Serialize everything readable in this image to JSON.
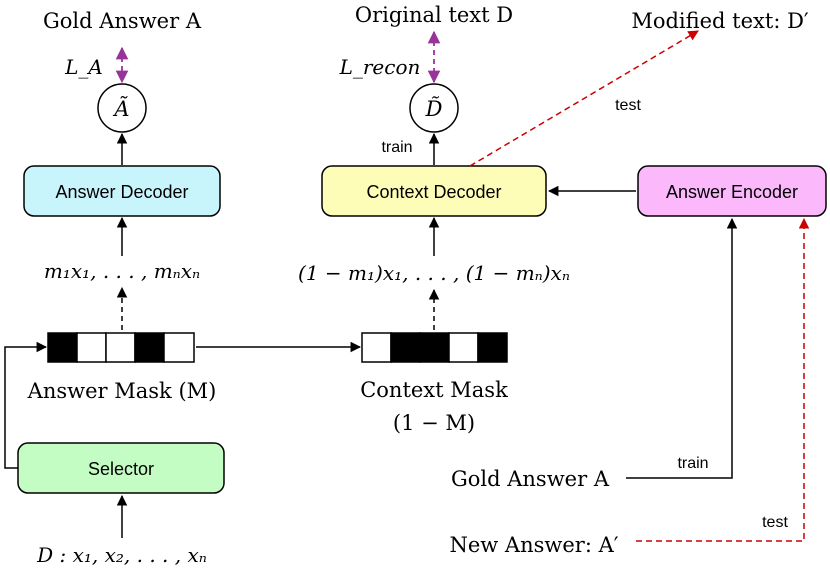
{
  "nodes": {
    "gold_answer_top": "Gold Answer A",
    "loss_a": "L_A",
    "a_tilde": "Ã",
    "answer_decoder": "Answer Decoder",
    "masked_answer_input": "m₁x₁, . . . , mₙxₙ",
    "answer_mask_label": "Answer Mask (M)",
    "selector": "Selector",
    "document_input": "D : x₁, x₂, . . . , xₙ",
    "original_text": "Original text D",
    "loss_recon": "L_recon",
    "d_tilde": "D̃",
    "train_label_context": "train",
    "context_decoder": "Context Decoder",
    "masked_context_input": "(1 − m₁)x₁, . . . , (1 − mₙ)xₙ",
    "context_mask_label_line1": "Context Mask",
    "context_mask_label_line2": "(1 − M)",
    "modified_text": "Modified text: D′",
    "test_label_top": "test",
    "answer_encoder": "Answer Encoder",
    "gold_answer_bottom": "Gold Answer A",
    "train_label_encoder": "train",
    "new_answer": "New Answer: A′",
    "test_label_bottom": "test"
  },
  "colors": {
    "answer_decoder_fill": "#c8f4fb",
    "context_decoder_fill": "#fdfdb8",
    "answer_encoder_fill": "#fbb8fb",
    "selector_fill": "#c4fdc4",
    "test_arrow": "#cc0000",
    "loss_arrow": "#993399"
  },
  "masks": {
    "answer_mask": [
      1,
      0,
      0,
      1,
      0
    ],
    "context_mask": [
      0,
      1,
      1,
      0,
      1
    ]
  }
}
